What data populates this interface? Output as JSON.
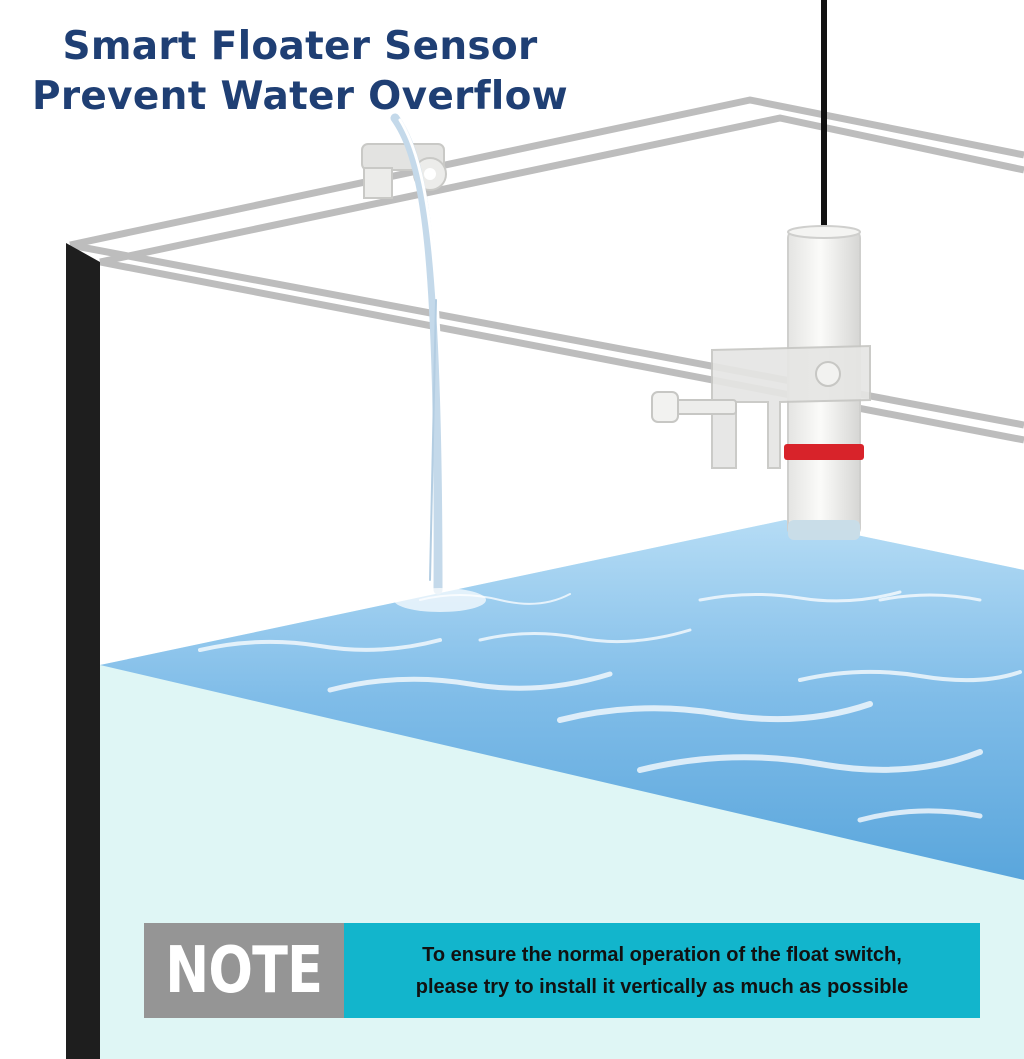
{
  "title": {
    "line1": "Smart Floater Sensor",
    "line2": "Prevent Water Overflow"
  },
  "note": {
    "label": "NOTE",
    "line1": "To ensure the normal operation of the float switch,",
    "line2": "please try to install it vertically as much as possible"
  },
  "colors": {
    "title": "#1f3f74",
    "note_label_bg": "#959595",
    "note_text_bg": "#12b5cc",
    "water_surface": "#8cc6ec",
    "water_body": "#dff6f5",
    "float_band": "#d8232a",
    "tank_frame": "#1e1e1e"
  },
  "icons": [
    "float-switch-sensor-icon",
    "water-stream-icon",
    "mounting-bracket-icon",
    "tank-glass-icon"
  ]
}
